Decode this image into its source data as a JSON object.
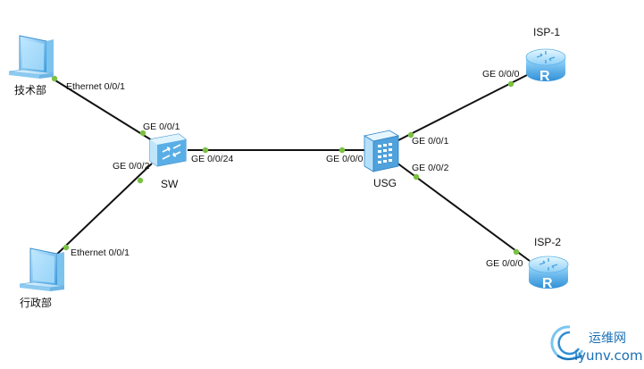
{
  "nodes": {
    "pc1": {
      "name": "技术部",
      "type": "pc"
    },
    "pc2": {
      "name": "行政部",
      "type": "pc"
    },
    "sw": {
      "name": "SW",
      "type": "switch"
    },
    "usg": {
      "name": "USG",
      "type": "firewall"
    },
    "isp1": {
      "name": "ISP-1",
      "type": "router",
      "glyph": "R"
    },
    "isp2": {
      "name": "ISP-2",
      "type": "router",
      "glyph": "R"
    }
  },
  "links": [
    {
      "from": "pc1",
      "to": "sw",
      "from_port": "Ethernet 0/0/1",
      "to_port": "GE 0/0/1"
    },
    {
      "from": "pc2",
      "to": "sw",
      "from_port": "Ethernet 0/0/1",
      "to_port": "GE 0/0/2"
    },
    {
      "from": "sw",
      "to": "usg",
      "from_port": "GE 0/0/24",
      "to_port": "GE 0/0/0"
    },
    {
      "from": "usg",
      "to": "isp1",
      "from_port": "GE 0/0/1",
      "to_port": "GE 0/0/0"
    },
    {
      "from": "usg",
      "to": "isp2",
      "from_port": "GE 0/0/2",
      "to_port": "GE 0/0/0"
    }
  ],
  "watermark": {
    "title": "运维网",
    "url": "iyunv.com"
  },
  "colors": {
    "link": "#111111",
    "port_dot": "#7ac143",
    "pc": "#5fb3e8",
    "switch": "#4aa3df",
    "firewall": "#5aa9e0",
    "router": "#4fa8e6",
    "watermark": "#1a6fb5"
  }
}
